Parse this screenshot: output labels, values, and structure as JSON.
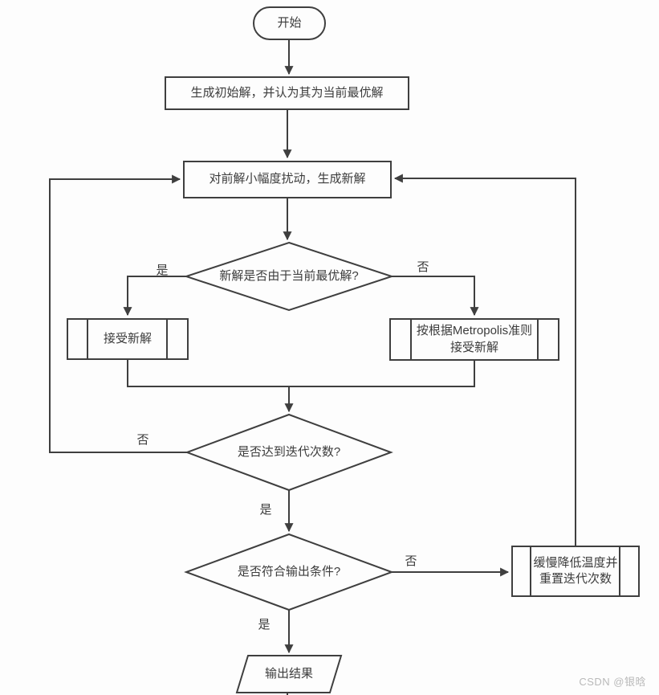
{
  "diagram": {
    "nodes": {
      "start": "开始",
      "init": "生成初始解，并认为其为当前最优解",
      "perturb": "对前解小幅度扰动，生成新解",
      "decision_better": "新解是否由于当前最优解?",
      "accept": "接受新解",
      "metropolis": "按根据Metropolis准则\n接受新解",
      "decision_iterations": "是否达到迭代次数?",
      "decision_output": "是否符合输出条件?",
      "cooldown": "缓慢降低温度并\n重置迭代次数",
      "output": "输出结果"
    },
    "labels": {
      "better_yes": "是",
      "better_no": "否",
      "iterations_no": "否",
      "iterations_yes": "是",
      "output_no": "否",
      "output_yes": "是"
    },
    "colors": {
      "line": "#3f3f3f",
      "text": "#3c3c3c",
      "watermark": "#b9b9b9",
      "background": "#fdfdfd"
    }
  },
  "watermark": "CSDN @银晗"
}
